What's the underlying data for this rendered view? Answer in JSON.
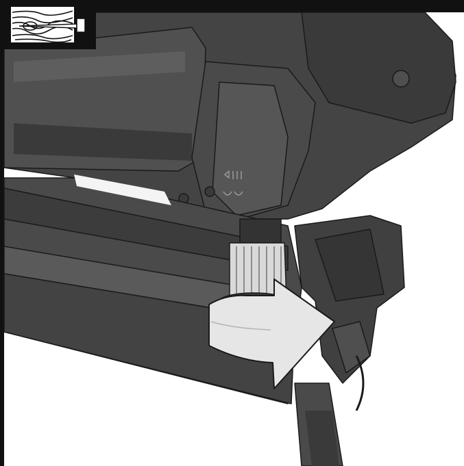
{
  "figure": {
    "kind": "technical-illustration",
    "subject": "nailer-depth-adjustment",
    "icon": "wood-nail-icon",
    "arrow_direction": "clockwise",
    "colors": {
      "frame": "#111111",
      "tool_dark": "#3c3c3c",
      "tool_mid": "#575757",
      "tool_light": "#7a7a7a",
      "outline": "#1a1a1a",
      "dial": "#d9d9d9",
      "arrow_fill": "#e6e6e6",
      "background": "#ffffff"
    }
  }
}
